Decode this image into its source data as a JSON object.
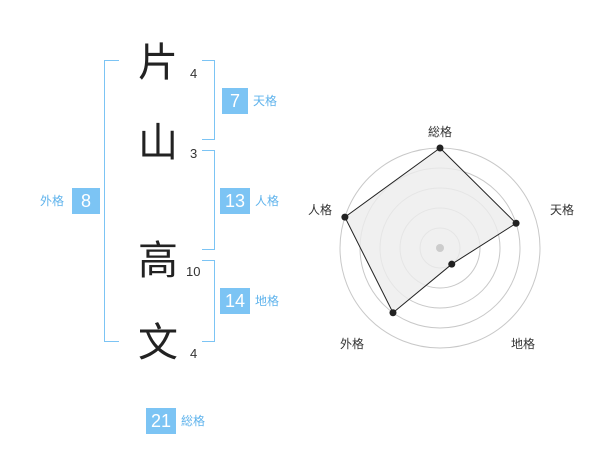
{
  "name": {
    "characters": [
      {
        "char": "片",
        "strokes": "4"
      },
      {
        "char": "山",
        "strokes": "3"
      },
      {
        "char": "高",
        "strokes": "10"
      },
      {
        "char": "文",
        "strokes": "4"
      }
    ]
  },
  "scores": {
    "tenkaku": {
      "value": "7",
      "label": "天格"
    },
    "jinkaku": {
      "value": "13",
      "label": "人格"
    },
    "chikaku": {
      "value": "14",
      "label": "地格"
    },
    "gaikaku": {
      "value": "8",
      "label": "外格"
    },
    "soukaku": {
      "value": "21",
      "label": "総格"
    }
  },
  "radar": {
    "axes": [
      "総格",
      "天格",
      "地格",
      "外格",
      "人格"
    ],
    "levels": 5,
    "values": [
      5,
      4,
      1,
      4,
      5
    ],
    "max": 5,
    "colors": {
      "ring": "#c8c8c8",
      "fill": "#ececec",
      "line": "#222222",
      "point": "#222222",
      "center": "#cccccc"
    }
  },
  "colors": {
    "accent": "#7cc4f4",
    "accent_text": "#5fb3ec"
  }
}
